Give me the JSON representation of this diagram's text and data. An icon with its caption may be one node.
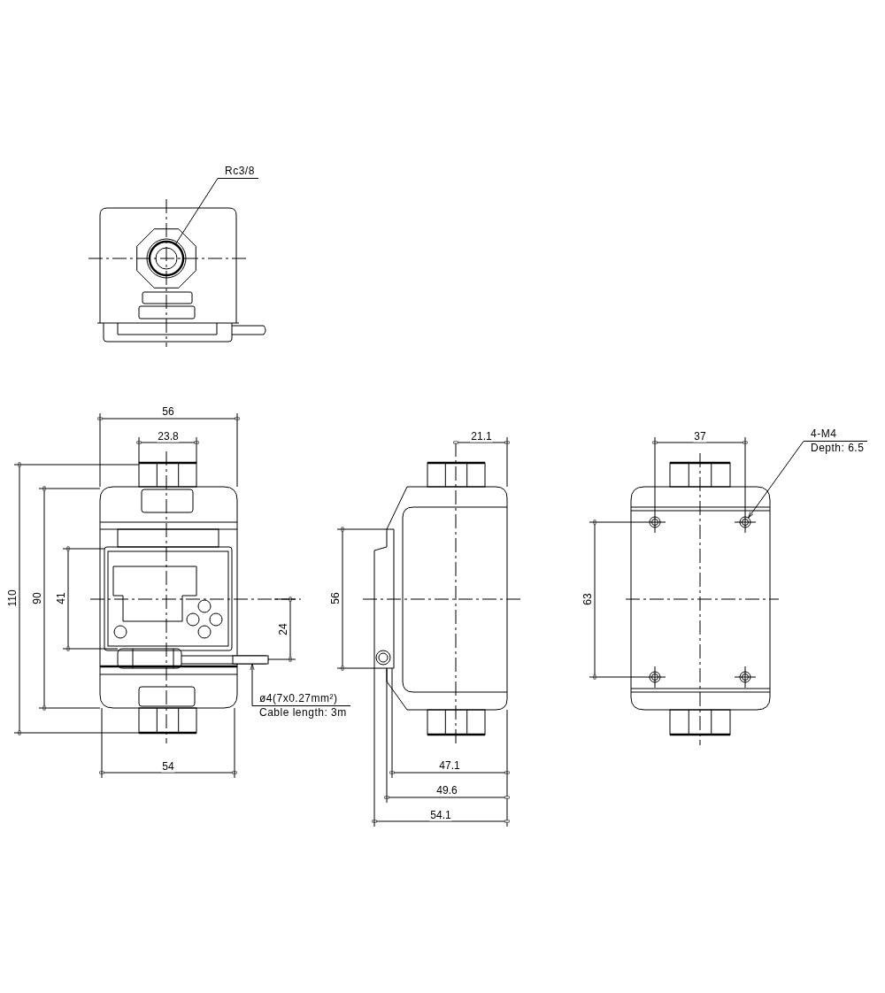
{
  "diagram": {
    "nodes": [
      {
        "text": [
          "Rc3/8"
        ]
      },
      {
        "text": [],
        "shape": "circle"
      },
      {
        "text": [
          "ø4(7x0.27mm²)",
          "Cable length: 3m"
        ]
      },
      {
        "text": [],
        "shape": "bar"
      },
      {
        "text": [
          "4-M4",
          "Depth: 6.5"
        ]
      },
      {
        "text": [],
        "shape": "circle"
      }
    ],
    "edges": [
      {
        "from": 0,
        "to": 1,
        "arrow": "none"
      },
      {
        "from": 2,
        "to": 3,
        "arrow": "to"
      },
      {
        "from": 4,
        "to": 5,
        "arrow": "to"
      }
    ],
    "labels": [
      "56",
      "23.8",
      "110",
      "90",
      "41",
      "24",
      "54",
      "21.1",
      "56",
      "47.1",
      "49.6",
      "54.1",
      "37",
      "63"
    ]
  }
}
